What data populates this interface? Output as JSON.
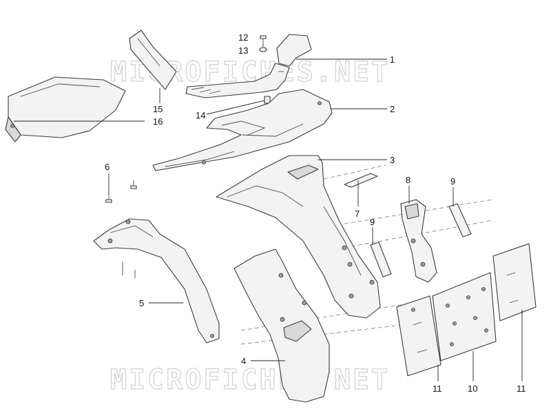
{
  "watermark": "MICROFICHES.NET",
  "callouts": {
    "c1": "1",
    "c2": "2",
    "c3": "3",
    "c4": "4",
    "c5": "5",
    "c6": "6",
    "c7": "7",
    "c8": "8",
    "c9a": "9",
    "c9b": "9",
    "c10": "10",
    "c11a": "11",
    "c11b": "11",
    "c12": "12",
    "c13": "13",
    "c14": "14",
    "c15": "15",
    "c16": "16"
  },
  "colors": {
    "line": "#3a3a3a",
    "fill": "#f3f3f3",
    "watermark": "#d0d0d0"
  }
}
